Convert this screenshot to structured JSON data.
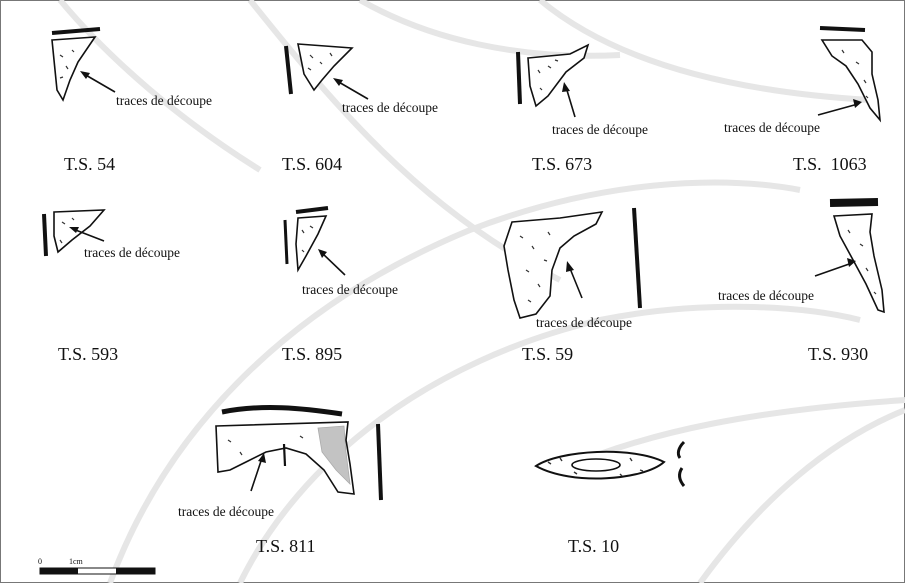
{
  "specimens": [
    {
      "label": "T.S. 54",
      "annotation": "traces de découpe"
    },
    {
      "label": "T.S. 604",
      "annotation": "traces de découpe"
    },
    {
      "label": "T.S. 673",
      "annotation": "traces de découpe"
    },
    {
      "label": "T.S.  1063",
      "annotation": "traces de découpe"
    },
    {
      "label": "T.S. 593",
      "annotation": "traces de découpe"
    },
    {
      "label": "T.S. 895",
      "annotation": "traces de découpe"
    },
    {
      "label": "T.S. 59",
      "annotation": "traces de découpe"
    },
    {
      "label": "T.S. 930",
      "annotation": "traces de découpe"
    },
    {
      "label": "T.S. 811",
      "annotation": "traces de découpe"
    },
    {
      "label": "T.S. 10"
    }
  ],
  "scale_bar": {
    "zero": "0",
    "unit": "1cm"
  }
}
